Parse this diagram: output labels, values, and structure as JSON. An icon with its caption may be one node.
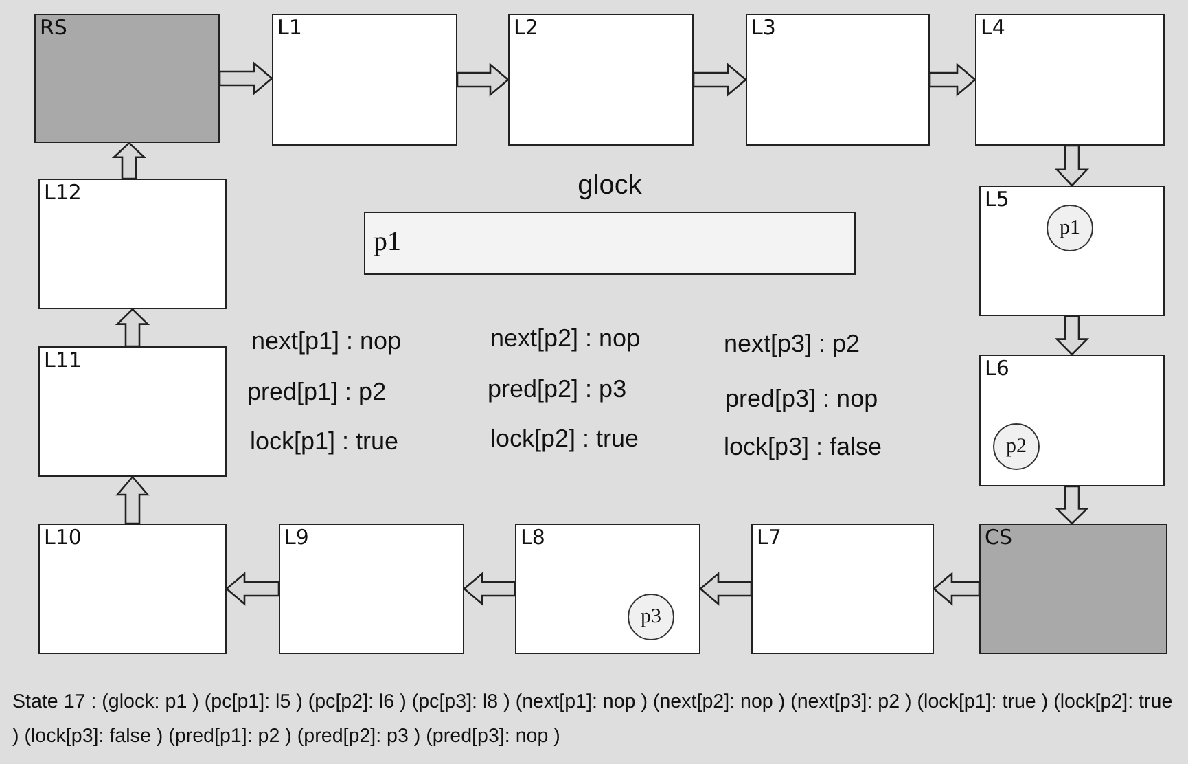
{
  "diagram": {
    "caption": "State 17 : (glock: p1 ) (pc[p1]: l5 ) (pc[p2]: l6 ) (pc[p3]: l8 ) (next[p1]: nop ) (next[p2]: nop ) (next[p3]: p2 ) (lock[p1]: true ) (lock[p2]: true ) (lock[p3]: false ) (pred[p1]: p2 ) (pred[p2]: p3 ) (pred[p3]: nop )",
    "nodes": [
      {
        "text": [
          "RS"
        ]
      },
      {
        "text": [
          "L1"
        ]
      },
      {
        "text": [
          "L2"
        ]
      },
      {
        "text": [
          "L3"
        ]
      },
      {
        "text": [
          "L4"
        ]
      },
      {
        "text": [
          "L5"
        ]
      },
      {
        "text": [
          "p1"
        ],
        "in": 5
      },
      {
        "text": [
          "L6"
        ]
      },
      {
        "text": [
          "p2"
        ],
        "in": 7
      },
      {
        "text": [
          "CS"
        ]
      },
      {
        "text": [
          "L7"
        ]
      },
      {
        "text": [
          "L8"
        ]
      },
      {
        "text": [
          "p3"
        ],
        "in": 11
      },
      {
        "text": [
          "L9"
        ]
      },
      {
        "text": [
          "L10"
        ]
      },
      {
        "text": [
          "L11"
        ]
      },
      {
        "text": [
          "L12"
        ]
      },
      {
        "text": [
          "glock",
          "p1"
        ]
      }
    ],
    "edges": [
      {
        "from": 0,
        "to": 1,
        "arrow": "to"
      },
      {
        "from": 1,
        "to": 2,
        "arrow": "to"
      },
      {
        "from": 2,
        "to": 3,
        "arrow": "to"
      },
      {
        "from": 3,
        "to": 4,
        "arrow": "to"
      },
      {
        "from": 4,
        "to": 5,
        "arrow": "to"
      },
      {
        "from": 5,
        "to": 7,
        "arrow": "to"
      },
      {
        "from": 7,
        "to": 9,
        "arrow": "to"
      },
      {
        "from": 9,
        "to": 10,
        "arrow": "to"
      },
      {
        "from": 10,
        "to": 11,
        "arrow": "to"
      },
      {
        "from": 11,
        "to": 13,
        "arrow": "to"
      },
      {
        "from": 13,
        "to": 14,
        "arrow": "to"
      },
      {
        "from": 14,
        "to": 15,
        "arrow": "to"
      },
      {
        "from": 15,
        "to": 16,
        "arrow": "to"
      },
      {
        "from": 16,
        "to": 0,
        "arrow": "to"
      }
    ],
    "labels": [
      "next[p1] : nop",
      "next[p2] : nop",
      "next[p3] : p2",
      "pred[p1] : p2",
      "pred[p2] : p3",
      "pred[p3] : nop",
      "lock[p1] : true",
      "lock[p2] : true",
      "lock[p3] : false"
    ]
  }
}
